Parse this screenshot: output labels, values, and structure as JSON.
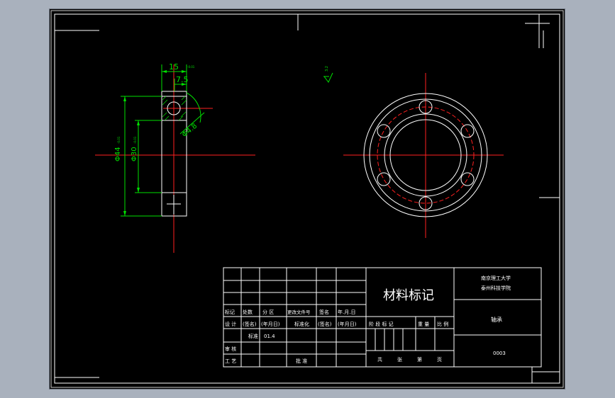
{
  "dimensions": {
    "width_label": "15",
    "half_width_label": "7.5",
    "outer_dia_label": "Φ44",
    "inner_dia_label": "Φ30",
    "ball_dia_label": "Φ4.8",
    "tiny_tol": "-0.01",
    "surface_mark": "3.2"
  },
  "title_block": {
    "material_label": "材料标记",
    "school_line1": "南京理工大学",
    "school_line2": "泰州科技学院",
    "part_name": "轴承",
    "drawing_no": "0003",
    "headers": [
      "标记",
      "处数",
      "分 区",
      "更改文件号",
      "签名",
      "年.月.日"
    ],
    "row_design": [
      "设 计",
      "(签名)",
      "(年月日)",
      "标准化",
      "(签名)",
      "(年月日)"
    ],
    "row_review": "审 核",
    "row_process": "工 艺",
    "approve_label": "批 准",
    "stage_headers": [
      "阶 段 标 记",
      "重 量",
      "比 例"
    ],
    "scale_label": "标准",
    "scale_value": "01.4",
    "sheet_footer": [
      "共",
      "张",
      "第",
      "页"
    ]
  }
}
